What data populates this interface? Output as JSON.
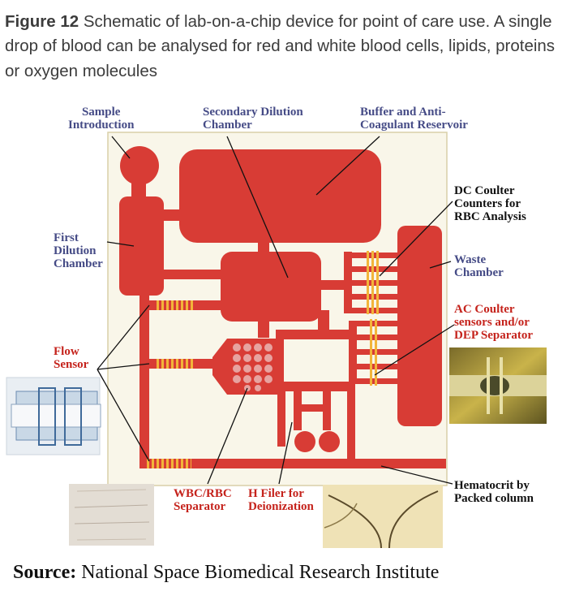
{
  "caption": {
    "figure_label": "Figure 12",
    "text": "Schematic of lab-on-a-chip device for point of care use. A single drop of blood can be analysed for red and white blood cells, lipids, proteins or oxygen molecules"
  },
  "labels": {
    "sample_introduction": [
      "Sample",
      "Introduction"
    ],
    "secondary_dilution": [
      "Secondary Dilution",
      "Chamber"
    ],
    "buffer_reservoir": [
      "Buffer and Anti-",
      "Coagulant Reservoir"
    ],
    "dc_coulter": [
      "DC Coulter",
      "Counters for",
      "RBC Analysis"
    ],
    "first_dilution": [
      "First",
      "Dilution",
      "Chamber"
    ],
    "waste_chamber": [
      "Waste",
      "Chamber"
    ],
    "ac_coulter": [
      "AC Coulter",
      "sensors and/or",
      "DEP Separator"
    ],
    "flow_sensor": [
      "Flow",
      "Sensor"
    ],
    "hematocrit": [
      "Hematocrit by",
      "Packed column"
    ],
    "wbc_rbc": [
      "WBC/RBC",
      "Separator"
    ],
    "h_filter": [
      "H Filer for",
      "Deionization"
    ]
  },
  "source": {
    "label": "Source:",
    "text": "National Space Biomedical Research Institute"
  },
  "colors": {
    "chip": "#d83c35",
    "chip_bg": "#f9f6e9",
    "electrode": "#f2b53a",
    "navy_text": "#454b86",
    "red_text": "#c5231c"
  }
}
